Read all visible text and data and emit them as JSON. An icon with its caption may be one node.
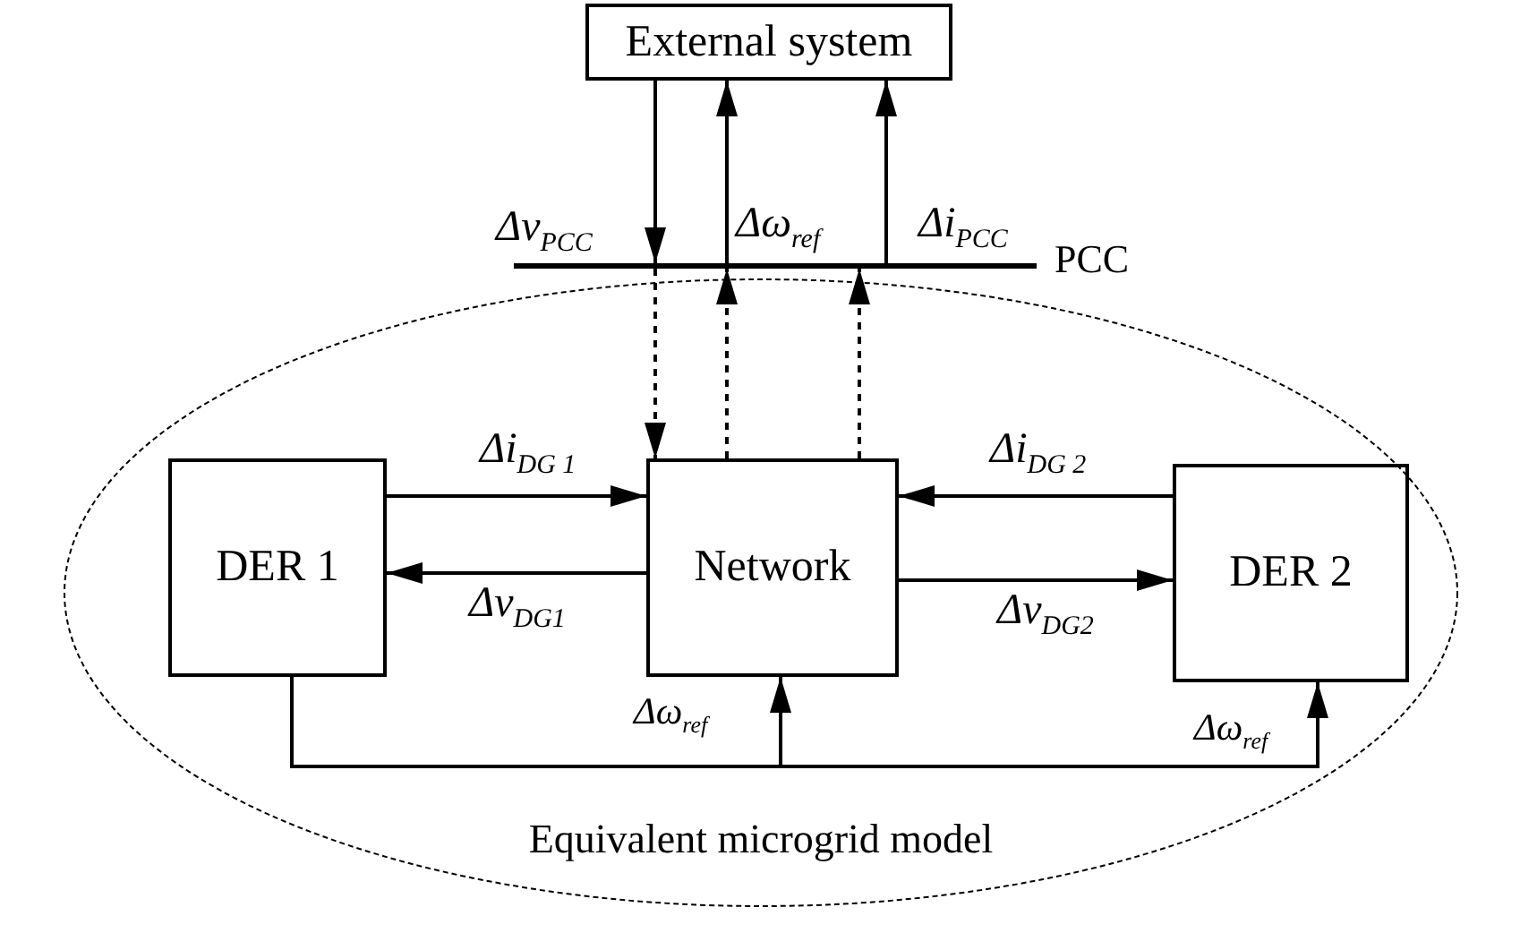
{
  "diagram": {
    "nodes": [
      {
        "text": [
          "External system"
        ]
      },
      {
        "text": [],
        "shape": "bar",
        "beside": [
          "PCC"
        ]
      },
      {
        "text": [
          "Equivalent microgrid model"
        ]
      },
      {
        "text": [
          "DER 1"
        ],
        "in": 2
      },
      {
        "text": [
          "Network"
        ],
        "in": 2
      },
      {
        "text": [
          "DER 2"
        ],
        "in": 2
      }
    ],
    "edges": [
      {
        "from": 0,
        "to": 1,
        "arrow": "to",
        "label": "Δv$_{PCC}$"
      },
      {
        "from": 1,
        "to": 0,
        "arrow": "to",
        "label": "Δω$_{ref}$"
      },
      {
        "from": 1,
        "to": 0,
        "arrow": "to",
        "label": "Δi$_{PCC}$"
      },
      {
        "from": 1,
        "to": 4,
        "arrow": "to",
        "style": "dashed"
      },
      {
        "from": 4,
        "to": 1,
        "arrow": "to",
        "style": "dashed"
      },
      {
        "from": 4,
        "to": 1,
        "arrow": "to",
        "style": "dashed"
      },
      {
        "from": 3,
        "to": 4,
        "arrow": "to",
        "label": "Δi$_{DG 1}$"
      },
      {
        "from": 4,
        "to": 3,
        "arrow": "to",
        "label": "Δv$_{DG1}$"
      },
      {
        "from": 5,
        "to": 4,
        "arrow": "to",
        "label": "Δi$_{DG 2}$"
      },
      {
        "from": 4,
        "to": 5,
        "arrow": "to",
        "label": "Δv$_{DG2}$"
      },
      {
        "from": 3,
        "to": 4,
        "arrow": "to",
        "label": "Δω$_{ref}$"
      },
      {
        "from": 3,
        "to": 5,
        "arrow": "to",
        "label": "Δω$_{ref}$"
      }
    ]
  }
}
